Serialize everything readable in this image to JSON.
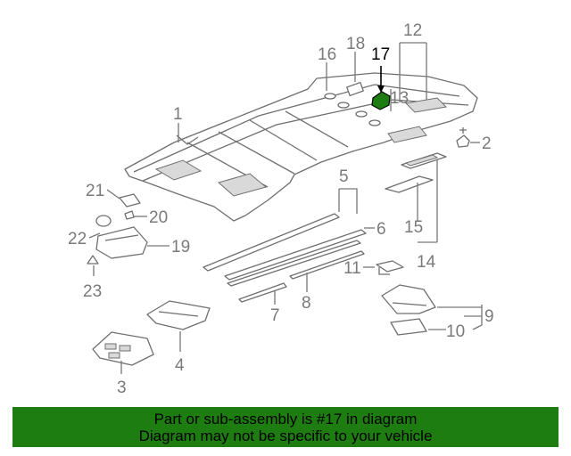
{
  "diagram": {
    "callouts": {
      "c1": "1",
      "c2": "2",
      "c3": "3",
      "c4": "4",
      "c5": "5",
      "c6": "6",
      "c7": "7",
      "c8": "8",
      "c9": "9",
      "c10": "10",
      "c11": "11",
      "c12": "12",
      "c13": "13",
      "c14": "14",
      "c15": "15",
      "c16": "16",
      "c17": "17",
      "c18": "18",
      "c19": "19",
      "c20": "20",
      "c21": "21",
      "c22": "22",
      "c23": "23"
    },
    "highlight_color": "#1e7d10"
  },
  "banner": {
    "line1": "Part or sub-assembly is #17 in diagram",
    "line2": "Diagram may not be specific to your vehicle",
    "color": "#1e7d10"
  }
}
